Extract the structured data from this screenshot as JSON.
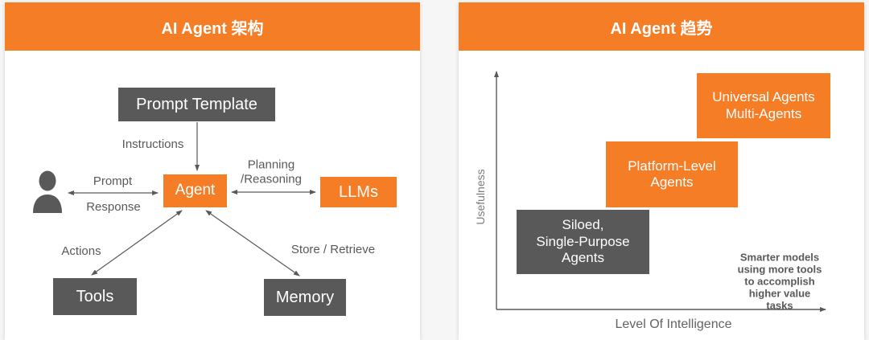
{
  "colors": {
    "orange": "#F57D26",
    "dark_gray": "#595959",
    "label_gray": "#595959",
    "white": "#ffffff"
  },
  "left_panel": {
    "title": "AI Agent 架构",
    "nodes": {
      "prompt_template": "Prompt Template",
      "agent": "Agent",
      "llms": "LLMs",
      "tools": "Tools",
      "memory": "Memory"
    },
    "edge_labels": {
      "instructions": "Instructions",
      "prompt": "Prompt",
      "response": "Response",
      "planning_reasoning": "Planning\n/Reasoning",
      "actions": "Actions",
      "store_retrieve": "Store / Retrieve"
    },
    "icons": {
      "user": "user-silhouette-icon"
    }
  },
  "right_panel": {
    "title": "AI Agent 趋势",
    "ylabel": "Usefulness",
    "xlabel": "Level Of Intelligence",
    "boxes": [
      {
        "label": "Siloed,\nSingle-Purpose\nAgents",
        "color": "#595959"
      },
      {
        "label": "Platform-Level\nAgents",
        "color": "#F57D26"
      },
      {
        "label": "Universal Agents\nMulti-Agents",
        "color": "#F57D26"
      }
    ],
    "annotation": "Smarter models using more tools\nto accomplish higher value tasks"
  },
  "chart_data": {
    "type": "scatter",
    "title": "AI Agent 趋势",
    "xlabel": "Level Of Intelligence",
    "ylabel": "Usefulness",
    "grid": false,
    "axes_style": "arrow axes, no ticks",
    "points": [
      {
        "label": "Siloed, Single-Purpose Agents",
        "x": 1,
        "y": 1,
        "color": "#595959"
      },
      {
        "label": "Platform-Level Agents",
        "x": 2,
        "y": 2,
        "color": "#F57D26"
      },
      {
        "label": "Universal Agents Multi-Agents",
        "x": 3,
        "y": 3,
        "color": "#F57D26"
      }
    ],
    "annotation": "Smarter models using more tools to accomplish higher value tasks"
  }
}
